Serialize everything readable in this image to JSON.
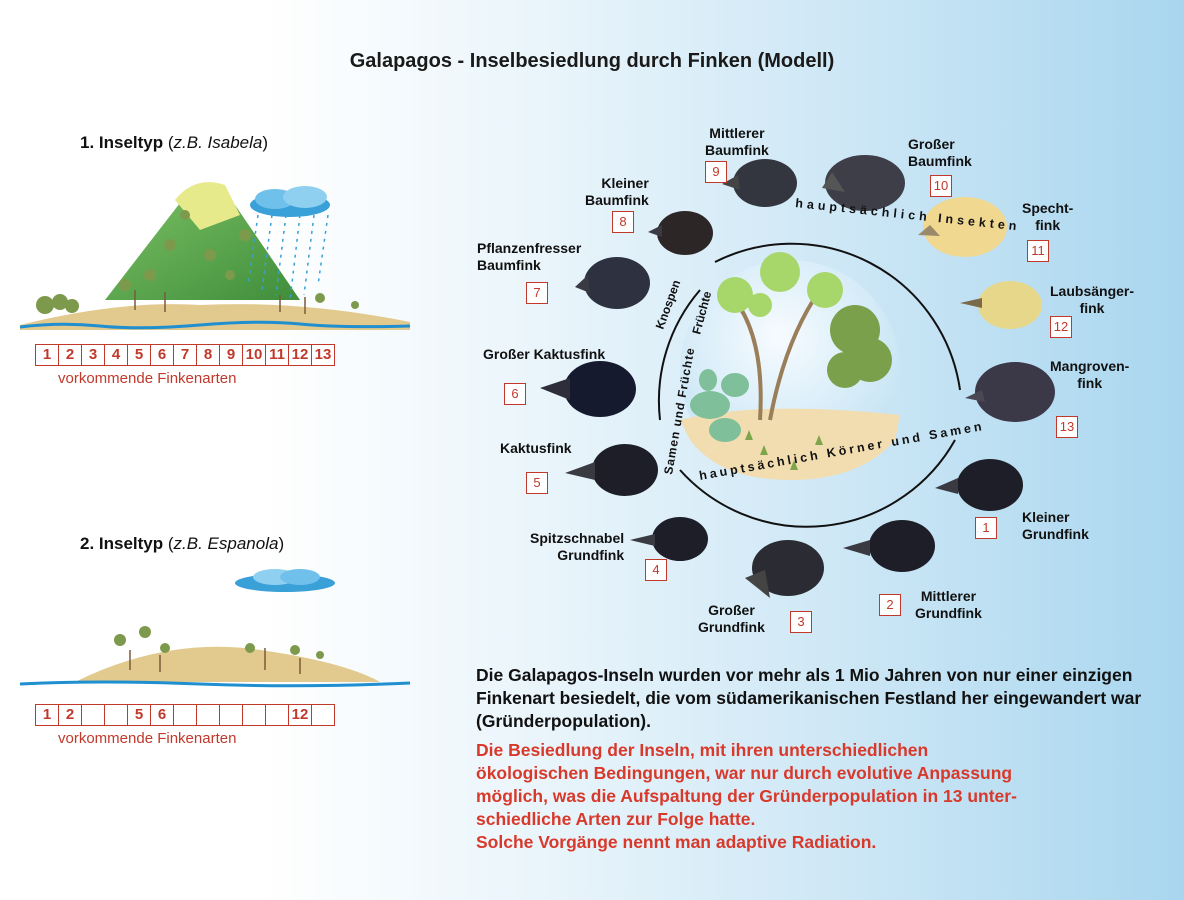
{
  "title": "Galapagos - Inselbesiedlung durch Finken (Modell)",
  "island1": {
    "label_bold": "1. Inseltyp",
    "label_paren_open": " (",
    "label_italic": "z.B. Isabela",
    "label_paren_close": ")",
    "numbers": [
      "1",
      "2",
      "3",
      "4",
      "5",
      "6",
      "7",
      "8",
      "9",
      "10",
      "11",
      "12",
      "13"
    ],
    "caption": "vorkommende Finkenarten"
  },
  "island2": {
    "label_bold": "2. Inseltyp",
    "label_paren_open": " (",
    "label_italic": "z.B. Espanola",
    "label_paren_close": ")",
    "numbers": [
      "1",
      "2",
      "",
      "",
      "5",
      "6",
      "",
      "",
      "",
      "",
      "",
      "12",
      ""
    ],
    "caption": "vorkommende Finkenarten"
  },
  "ring_labels": {
    "top": "hauptsächlich Insekten",
    "bottom": "hauptsächlich Körner und Samen",
    "left_outer": "Knospen",
    "left_inner": "Früchte",
    "left_lower": "Samen und Früchte"
  },
  "finches": [
    {
      "number": "1",
      "name": "Kleiner\nGrundfink"
    },
    {
      "number": "2",
      "name": "Mittlerer\nGrundfink"
    },
    {
      "number": "3",
      "name": "Großer\nGrundfink"
    },
    {
      "number": "4",
      "name": "Spitzschnabel\nGrundfink"
    },
    {
      "number": "5",
      "name": "Kaktusfink"
    },
    {
      "number": "6",
      "name": "Großer Kaktusfink"
    },
    {
      "number": "7",
      "name": "Pflanzenfresser\nBaumfink"
    },
    {
      "number": "8",
      "name": "Kleiner\nBaumfink"
    },
    {
      "number": "9",
      "name": "Mittlerer\nBaumfink"
    },
    {
      "number": "10",
      "name": "Großer\nBaumfink"
    },
    {
      "number": "11",
      "name": "Specht-\nfink"
    },
    {
      "number": "12",
      "name": "Laubsänger-\nfink"
    },
    {
      "number": "13",
      "name": "Mangroven-\nfink"
    }
  ],
  "text_black": "Die Galapagos-Inseln wurden vor mehr als 1 Mio Jahren von nur einer einzigen Finkenart besiedelt, die vom südamerikanischen Festland her eingewandert war (Gründerpopulation).",
  "text_red": [
    "Die Besiedlung der Inseln, mit ihren unterschiedlichen",
    "ökologischen Bedingungen, war nur durch evolutive Anpassung",
    "möglich, was die Aufspaltung der Gründerpopulation in 13 unter-",
    "schiedliche Arten zur Folge hatte.",
    "Solche Vorgänge nennt man adaptive Radiation."
  ],
  "colors": {
    "accent_red": "#c0392b",
    "text_red": "#d8392b",
    "sea": "#1f8fd0",
    "sand": "#e2c98e",
    "mountain": "#58a24a"
  }
}
